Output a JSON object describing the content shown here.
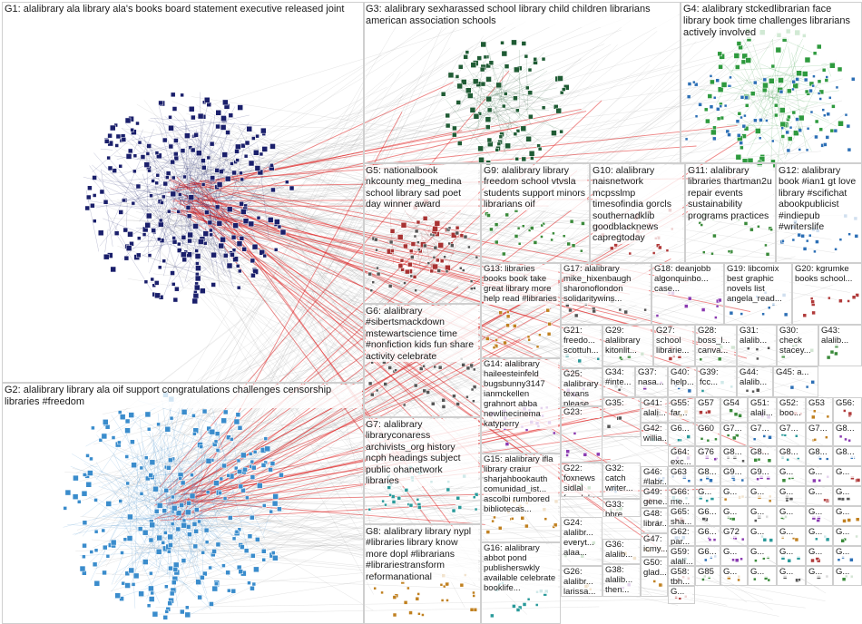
{
  "window": {
    "title": ""
  },
  "accent_colors": {
    "g1_nodes": "#1a1f6b",
    "g2_nodes": "#3a8ccc",
    "g3_nodes": "#1f5b34",
    "g4_nodes": "#2e9a3e",
    "g5_nodes": "#a83232",
    "cross_edges": "#e02020",
    "edges": "#9a9a9a"
  },
  "groups": [
    {
      "id": "G1",
      "label": "G1: alalibrary ala library ala's books board statement executive released joint"
    },
    {
      "id": "G2",
      "label": "G2: alalibrary library ala oif support congratulations challenges censorship libraries #freedom"
    },
    {
      "id": "G3",
      "label": "G3: alalibrary sexharassed school library child children librarians american association schools"
    },
    {
      "id": "G4",
      "label": "G4: alalibrary stckedlibrarian face library book time challenges librarians actively involved"
    },
    {
      "id": "G5",
      "label": "G5: nationalbook nkcounty meg_medina school library sad poet day winner award"
    },
    {
      "id": "G6",
      "label": "G6: alalibrary #sibertsmackdown mstewartscience time #nonfiction kids fun share activity celebrate"
    },
    {
      "id": "G7",
      "label": "G7: alalibrary libraryconaress archivists_org history ncph headings subject public ohanetwork libraries"
    },
    {
      "id": "G8",
      "label": "G8: alalibrary library nypl #libraries library know more dopl #librarians #librariestransform reformanational"
    },
    {
      "id": "G9",
      "label": "G9: alalibrary library freedom school vtvsla students support minors librarians oif"
    },
    {
      "id": "G10",
      "label": "G10: alalibrary naisnetwork mcpsslmp timesofindia gorcls southernadklib goodblacknews capregtoday"
    },
    {
      "id": "G11",
      "label": "G11: alalibrary libraries thartman2u repair events sustainability programs practices"
    },
    {
      "id": "G12",
      "label": "G12: alalibrary book #ian1 gt love library #scifichat abookpublicist #indiepub #writerslife"
    },
    {
      "id": "G13",
      "label": "G13: libraries books book take great library more help read #libraries"
    },
    {
      "id": "G14",
      "label": "G14: alalibrary haileesteinfeld bugsbunny3147 ianmckellen grahnort abba newlinecinema katyperry"
    },
    {
      "id": "G15",
      "label": "G15: alalibrary ifla library craiur sharjahbookauth comunidad_ist... ascolbi rumbored bibliotecas..."
    },
    {
      "id": "G16",
      "label": "G16: alalibrary abbot pond publisherswkly available celebrate booklife..."
    },
    {
      "id": "G17",
      "label": "G17: alalibrary mike_hixenbaugh sharonoflondon solidaritywins..."
    },
    {
      "id": "G18",
      "label": "G18: deanjobb algonquinbo... case..."
    },
    {
      "id": "G19",
      "label": "G19: libcomix best graphic novels list angela_read..."
    },
    {
      "id": "G20",
      "label": "G20: kgrumke books school..."
    },
    {
      "id": "G21",
      "label": "G21: freedo... scottuh..."
    },
    {
      "id": "G22",
      "label": "G22: foxnews sidlal fraudul..."
    },
    {
      "id": "G23",
      "label": "G23:"
    },
    {
      "id": "G24",
      "label": "G24: alalibr... everyt... alaa..."
    },
    {
      "id": "G25",
      "label": "G25: alalibrary texans please follow..."
    },
    {
      "id": "G26",
      "label": "G26: alalibr... larissa..."
    },
    {
      "id": "G27",
      "label": "G27: school librarie..."
    },
    {
      "id": "G28",
      "label": "G28: boss_l... canva..."
    },
    {
      "id": "G29",
      "label": "G29: alalibrary kitonlit..."
    },
    {
      "id": "G30",
      "label": "G30: check stacey..."
    },
    {
      "id": "G31",
      "label": "G31: alalib..."
    },
    {
      "id": "G32",
      "label": "G32: catch writer..."
    },
    {
      "id": "G33",
      "label": "G33: bbre alalib..."
    },
    {
      "id": "G34",
      "label": "G34: #inte..."
    },
    {
      "id": "G35",
      "label": "G35:"
    },
    {
      "id": "G36",
      "label": "G36: alalib..."
    },
    {
      "id": "G37",
      "label": "G37: nasa..."
    },
    {
      "id": "G38",
      "label": "G38: alalib... then..."
    },
    {
      "id": "G39",
      "label": "G39: fcc..."
    },
    {
      "id": "G40",
      "label": "G40: help..."
    },
    {
      "id": "G41",
      "label": "G41: alali..."
    },
    {
      "id": "G42",
      "label": "G42: willia..."
    },
    {
      "id": "G43",
      "label": "G43: alalib..."
    },
    {
      "id": "G44",
      "label": "G44: alalib..."
    },
    {
      "id": "G45",
      "label": "G45: a..."
    },
    {
      "id": "G46",
      "label": "G46: #labr..."
    },
    {
      "id": "G47",
      "label": "G47: icmy..."
    },
    {
      "id": "G48",
      "label": "G48: librar..."
    },
    {
      "id": "G49",
      "label": "G49: gene..."
    },
    {
      "id": "G50",
      "label": "G50: glad..."
    },
    {
      "id": "G51",
      "label": "G51: alali..."
    },
    {
      "id": "G52",
      "label": "G52: boo..."
    },
    {
      "id": "G53",
      "label": "G53"
    },
    {
      "id": "G54",
      "label": "G54"
    },
    {
      "id": "G55",
      "label": "G55: far..."
    },
    {
      "id": "G56",
      "label": "G56:"
    },
    {
      "id": "G57",
      "label": "G57"
    },
    {
      "id": "G58",
      "label": "G58: tbh..."
    },
    {
      "id": "G59",
      "label": "G59: alali..."
    },
    {
      "id": "G60",
      "label": "G60"
    },
    {
      "id": "G61",
      "label": "G6..."
    },
    {
      "id": "G62",
      "label": "G62: par..."
    },
    {
      "id": "G63",
      "label": "G63"
    },
    {
      "id": "G64",
      "label": "G64: exc..."
    },
    {
      "id": "G65",
      "label": "G65: sha..."
    },
    {
      "id": "G66",
      "label": "G66: me..."
    },
    {
      "id": "G67",
      "label": "G6..."
    },
    {
      "id": "G68",
      "label": "G6..."
    },
    {
      "id": "G69",
      "label": "G6..."
    },
    {
      "id": "G70",
      "label": "G7..."
    },
    {
      "id": "G71",
      "label": "G7..."
    },
    {
      "id": "G72",
      "label": "G72"
    },
    {
      "id": "G73",
      "label": "G7..."
    },
    {
      "id": "G76",
      "label": "G76"
    },
    {
      "id": "G77",
      "label": "G7..."
    },
    {
      "id": "G80",
      "label": "G8..."
    },
    {
      "id": "G81",
      "label": "G8..."
    },
    {
      "id": "G82",
      "label": "G8..."
    },
    {
      "id": "G84",
      "label": "G8..."
    },
    {
      "id": "G85",
      "label": "G85"
    },
    {
      "id": "G86",
      "label": "G8..."
    },
    {
      "id": "G87",
      "label": "G8..."
    },
    {
      "id": "G89",
      "label": "G8..."
    },
    {
      "id": "G90",
      "label": "G9..."
    },
    {
      "id": "G91",
      "label": "G9..."
    },
    {
      "id": "G92",
      "label": "G..."
    },
    {
      "id": "G93",
      "label": "G..."
    },
    {
      "id": "G94",
      "label": "G..."
    },
    {
      "id": "G95",
      "label": "G..."
    },
    {
      "id": "G96",
      "label": "G..."
    },
    {
      "id": "G97",
      "label": "G..."
    },
    {
      "id": "G98",
      "label": "G..."
    },
    {
      "id": "G99",
      "label": "G..."
    },
    {
      "id": "G100",
      "label": "G..."
    },
    {
      "id": "G101",
      "label": "G..."
    },
    {
      "id": "G102",
      "label": "G..."
    },
    {
      "id": "G103",
      "label": "G..."
    },
    {
      "id": "G104",
      "label": "G..."
    },
    {
      "id": "G105",
      "label": "G..."
    },
    {
      "id": "G106",
      "label": "G..."
    },
    {
      "id": "G107",
      "label": "G..."
    },
    {
      "id": "G108",
      "label": "G..."
    },
    {
      "id": "G109",
      "label": "G..."
    },
    {
      "id": "G110",
      "label": "G..."
    },
    {
      "id": "G111",
      "label": "G..."
    },
    {
      "id": "G112",
      "label": "G..."
    },
    {
      "id": "G113",
      "label": "G..."
    },
    {
      "id": "G114",
      "label": "G..."
    },
    {
      "id": "G115",
      "label": "G..."
    },
    {
      "id": "G116",
      "label": "G..."
    },
    {
      "id": "G117",
      "label": "G..."
    },
    {
      "id": "G118",
      "label": "G..."
    },
    {
      "id": "G119",
      "label": "G..."
    },
    {
      "id": "G120",
      "label": "G..."
    }
  ]
}
